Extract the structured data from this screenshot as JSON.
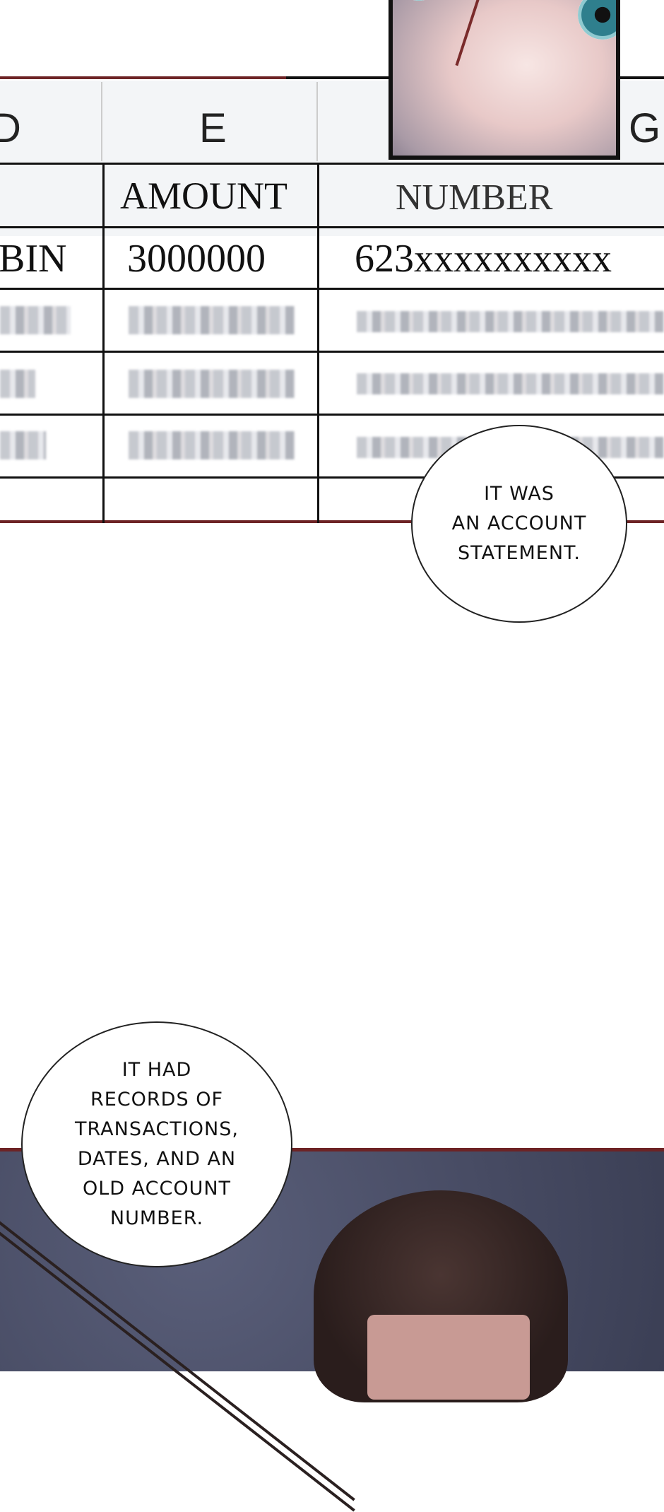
{
  "table": {
    "column_headers": [
      "D",
      "E",
      "G"
    ],
    "row_headers": {
      "amount": "AMOUNT",
      "number": "NUMBER"
    },
    "first_row": {
      "name_fragment": "BIN",
      "amount": "3000000",
      "account": "623xxxxxxxxxx"
    }
  },
  "bubbles": {
    "statement": [
      "IT WAS",
      "AN ACCOUNT",
      "STATEMENT."
    ],
    "records": [
      "IT HAD",
      "RECORDS OF",
      "TRANSACTIONS,",
      "DATES, AND AN",
      "OLD ACCOUNT",
      "NUMBER."
    ]
  },
  "colors": {
    "frame_red": "#6d2325",
    "panel_bg": "#474b63"
  }
}
